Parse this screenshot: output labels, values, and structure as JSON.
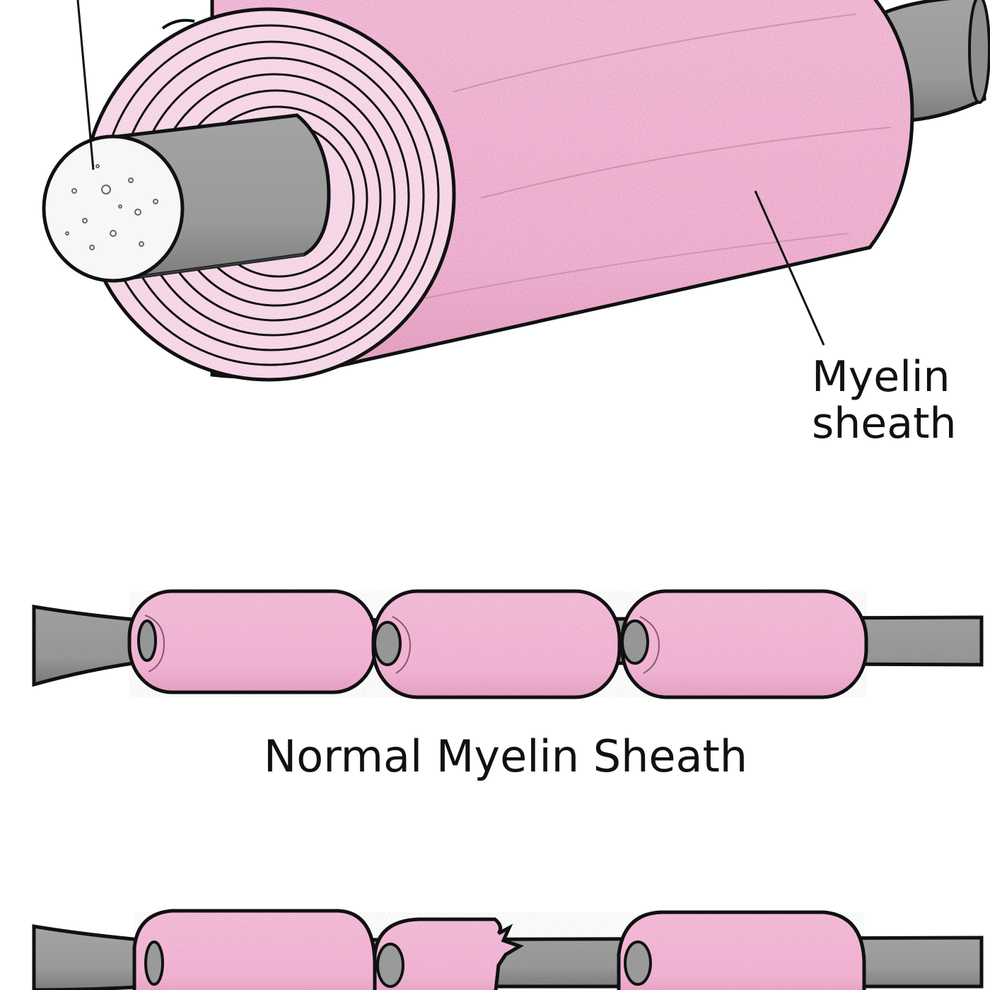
{
  "colors": {
    "myelin_pink": "#f6b9d9",
    "myelin_light": "#fbdcec",
    "axon_gray": "#9c9c9c",
    "axon_dark": "#7a7a7a",
    "outline": "#111111",
    "axon_face": "#f7f7f7"
  },
  "labels": {
    "myelin_sheath_line1": "Myelin",
    "myelin_sheath_line2": "sheath",
    "normal_caption": "Normal Myelin Sheath"
  },
  "figures": [
    {
      "name": "wrapped-myelin-cross-section",
      "parts": [
        "axon",
        "myelin-layers",
        "nerve-fiber-end"
      ]
    },
    {
      "name": "normal-myelinated-axon",
      "segments": 3,
      "damaged": false
    },
    {
      "name": "damaged-myelinated-axon",
      "segments": 3,
      "damaged": true
    }
  ]
}
